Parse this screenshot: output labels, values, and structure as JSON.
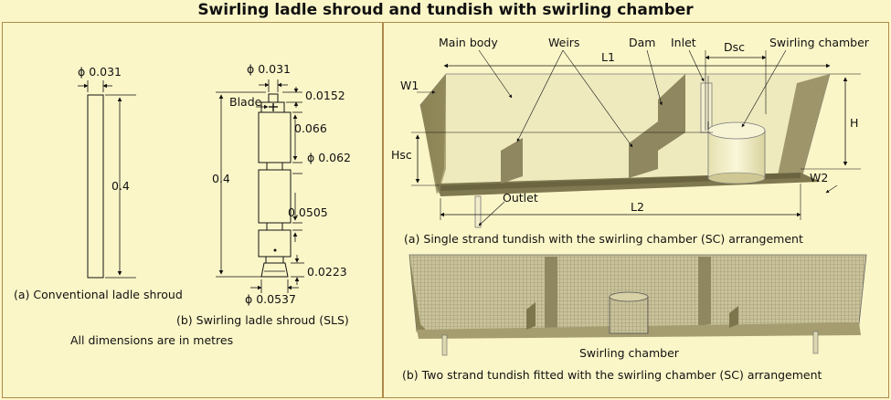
{
  "title": "Swirling ladle shroud and tundish with swirling chamber",
  "left": {
    "conventional": {
      "diameter": "ϕ 0.031",
      "length": "0.4",
      "caption": "(a) Conventional ladle shroud"
    },
    "sls": {
      "top_diameter": "ϕ 0.031",
      "blade_label": "Blade",
      "blade_length": "0.0152",
      "seg1": "0.066",
      "mid_diameter": "ϕ 0.062",
      "seg2": "0.0505",
      "bottom_length": "0.0223",
      "bottom_diameter": "ϕ 0.0537",
      "total_length": "0.4",
      "caption": "(b) Swirling ladle shroud (SLS)"
    },
    "units_note": "All dimensions are in metres"
  },
  "right": {
    "single": {
      "labels": {
        "main_body": "Main body",
        "weirs": "Weirs",
        "dam": "Dam",
        "inlet": "Inlet",
        "dsc": "Dsc",
        "swirling_chamber": "Swirling chamber",
        "l1": "L1",
        "w1": "W1",
        "h": "H",
        "hsc": "Hsc",
        "w2": "W2",
        "outlet": "Outlet",
        "l2": "L2"
      },
      "caption": "(a) Single strand tundish with the swirling chamber (SC) arrangement"
    },
    "two_strand": {
      "label": "Swirling chamber",
      "caption": "(b) Two strand tundish fitted with the swirling chamber (SC) arrangement"
    }
  },
  "colors": {
    "background": "#fbf6c8",
    "border": "#b08a4c",
    "tundish_wall": "#8c8456",
    "tundish_light": "#e8e3b4"
  }
}
